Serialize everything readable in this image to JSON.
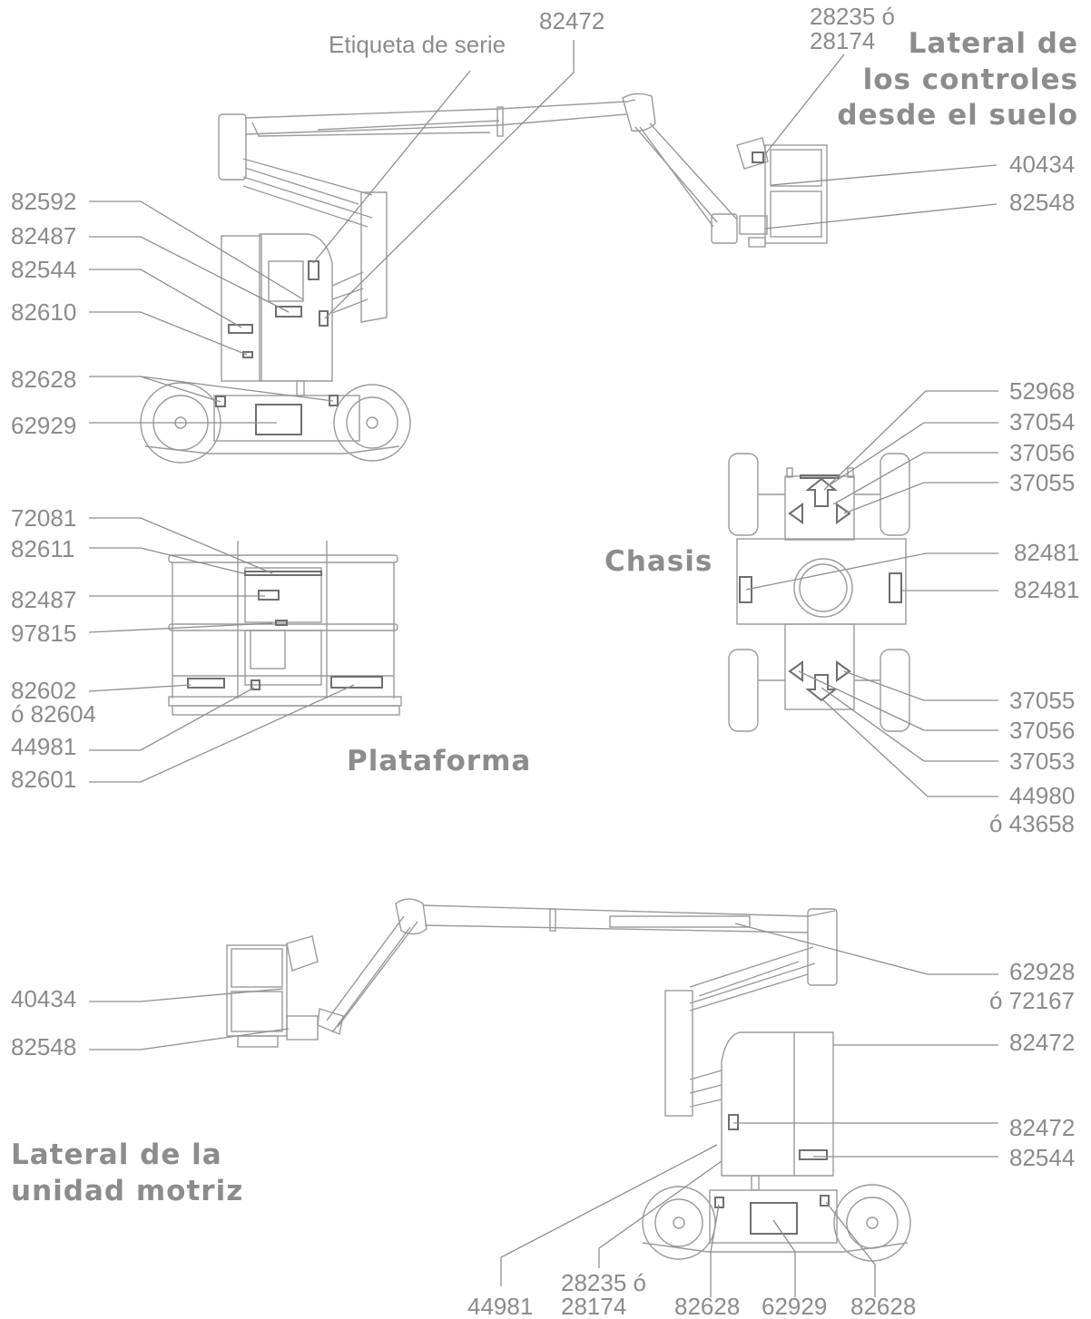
{
  "labels": {
    "etiqueta_serie": "Etiqueta de serie",
    "top_82472": "82472",
    "gc_28235": "28235 ó",
    "gc_28174": "28174",
    "l_82592": "82592",
    "l_82487": "82487",
    "l_82544": "82544",
    "l_82610": "82610",
    "l_82628": "82628",
    "l_62929": "62929",
    "r_40434": "40434",
    "r_82548": "82548",
    "c_52968": "52968",
    "c_37054": "37054",
    "c_37056a": "37056",
    "c_37055a": "37055",
    "c_82481a": "82481",
    "c_82481b": "82481",
    "c_37055b": "37055",
    "c_37056b": "37056",
    "c_37053": "37053",
    "c_44980": "44980",
    "c_43658": "ó 43658",
    "p_72081": "72081",
    "p_82611": "82611",
    "p_82487": "82487",
    "p_97815": "97815",
    "p_82602": "82602",
    "p_82604": "ó 82604",
    "p_44981": "44981",
    "p_82601": "82601",
    "b_40434": "40434",
    "b_82548": "82548",
    "b_62928": "62928",
    "b_72167": "ó 72167",
    "b_82472a": "82472",
    "b_82472b": "82472",
    "b_82544": "82544",
    "bb_44981": "44981",
    "bb_28235": "28235 ó",
    "bb_28174": "28174",
    "bb_82628a": "82628",
    "bb_62929": "62929",
    "bb_82628b": "82628"
  },
  "titles": {
    "ground_line1": "Lateral de",
    "ground_line2": "los controles",
    "ground_line3": "desde el suelo",
    "chassis": "Chasis",
    "platform": "Plataforma",
    "drive_line1": "Lateral de la",
    "drive_line2": "unidad motriz"
  }
}
